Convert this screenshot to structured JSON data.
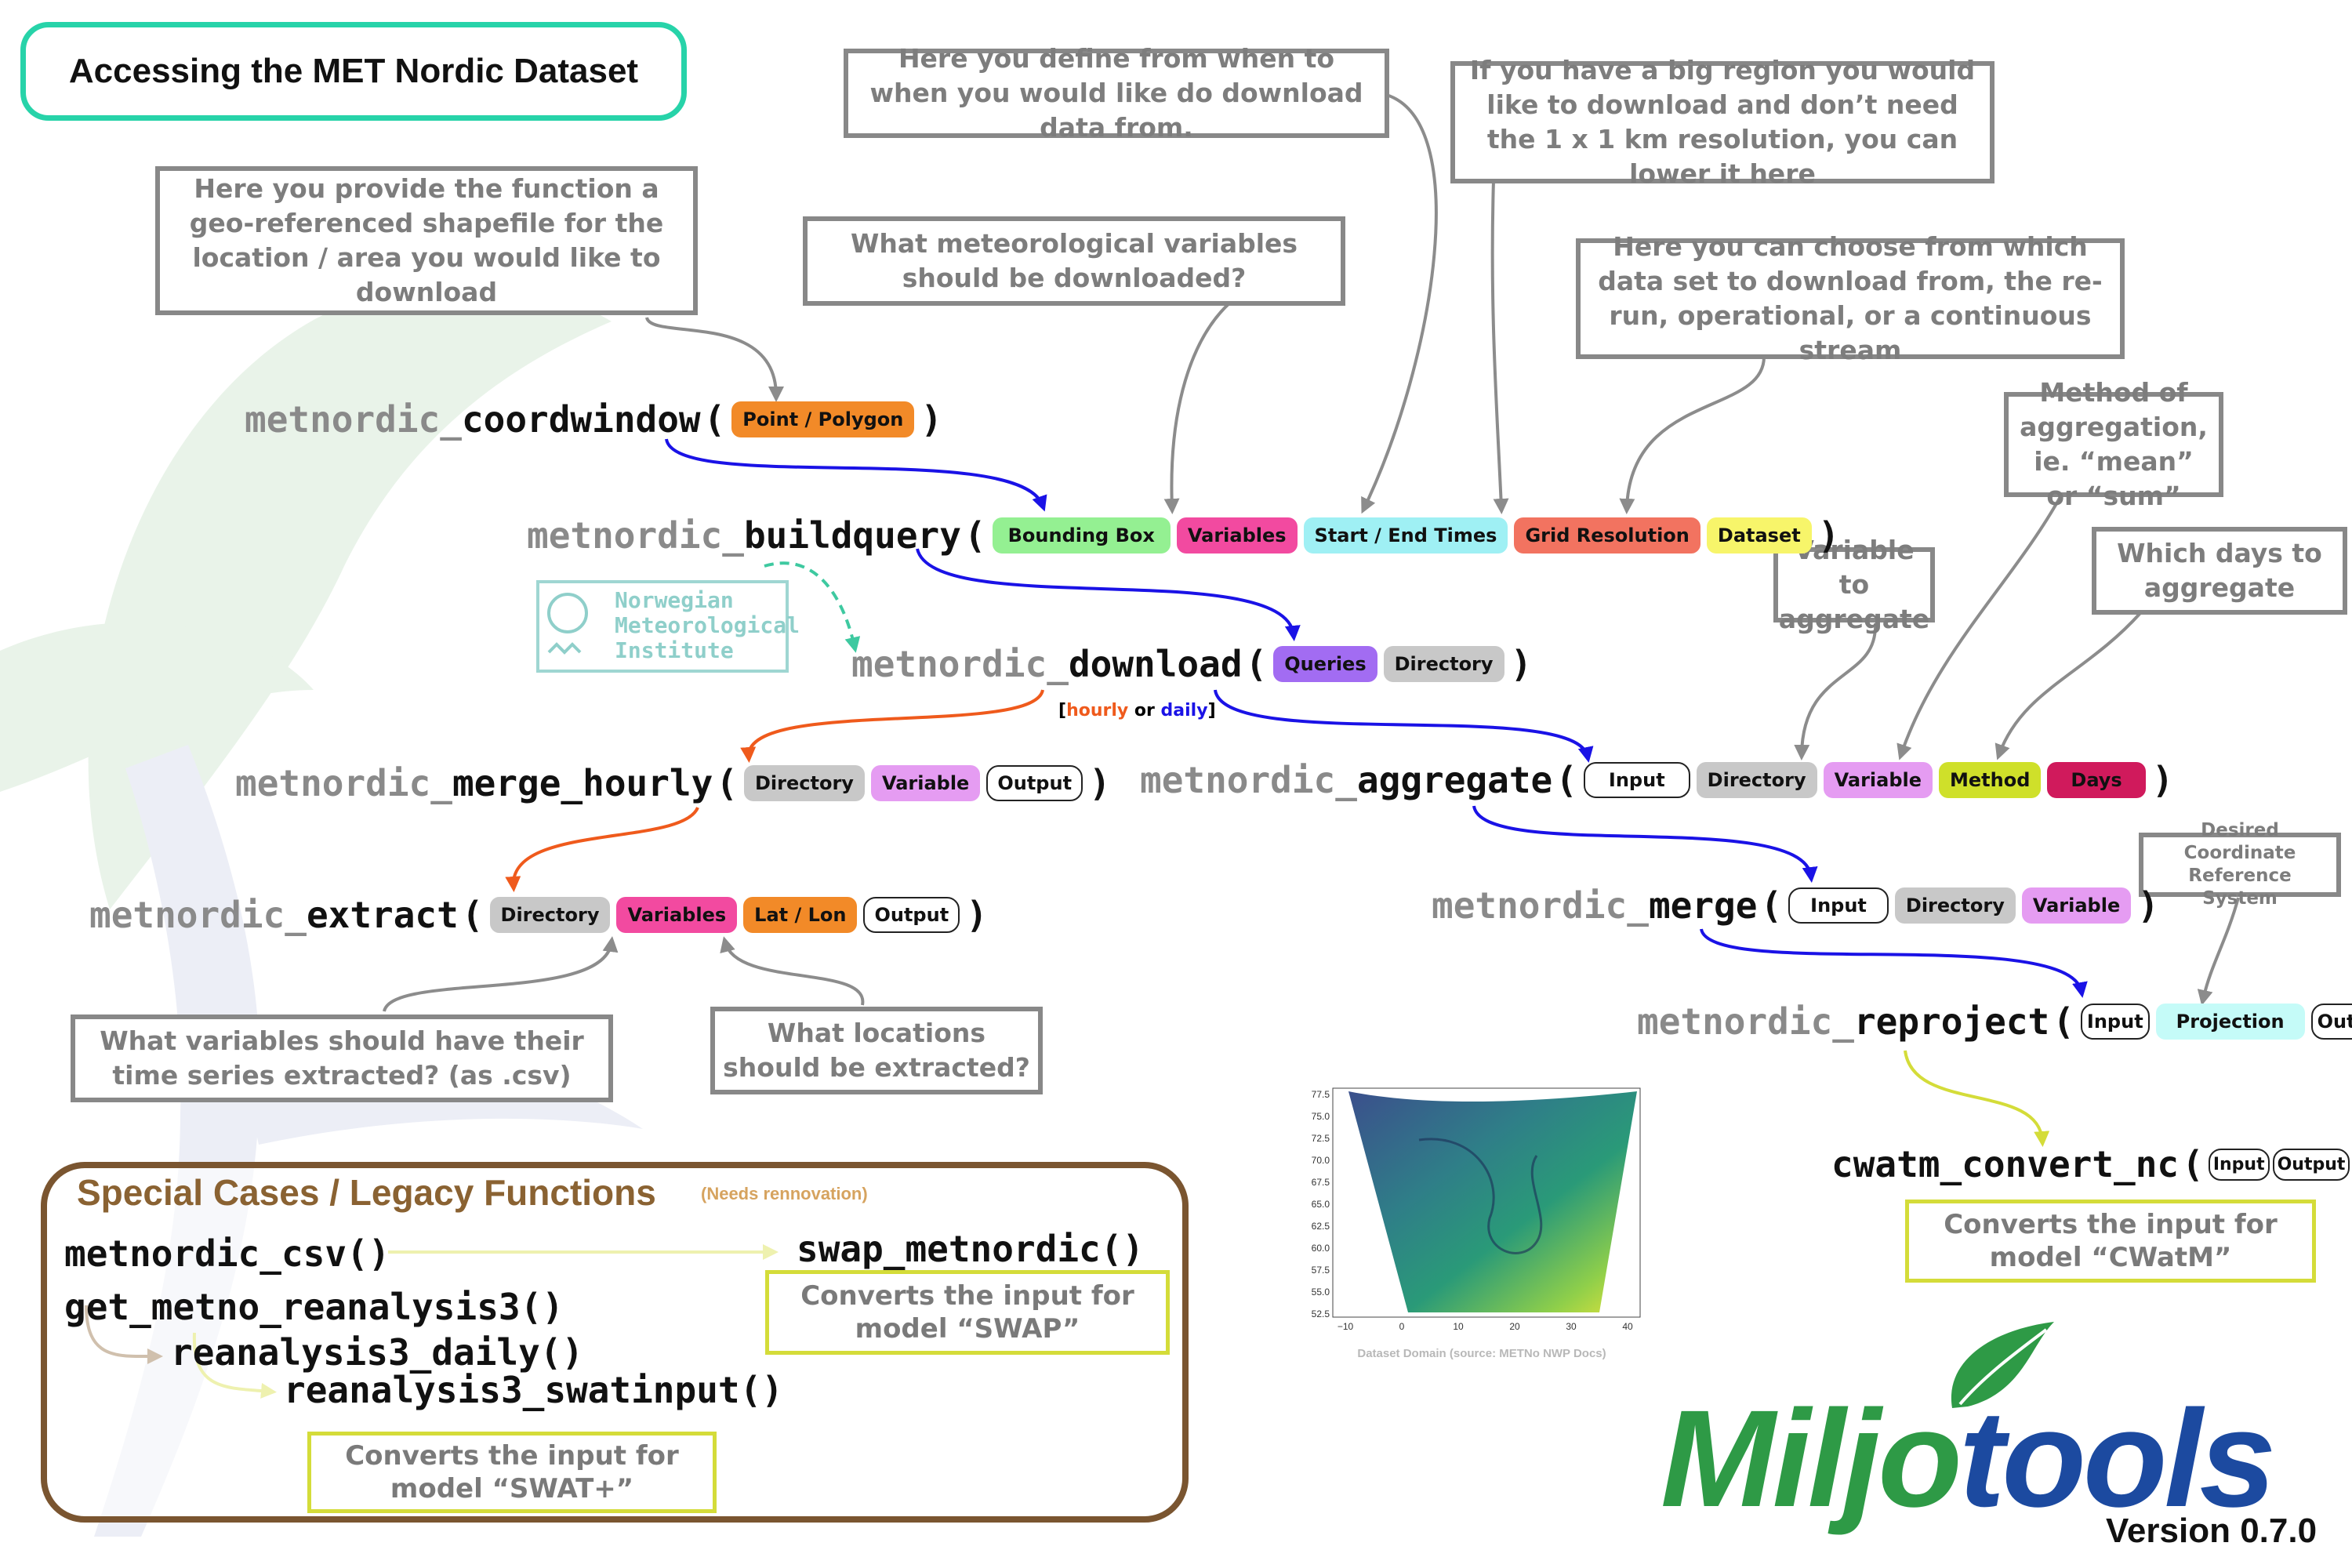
{
  "title": "Accessing the MET Nordic Dataset",
  "notes": {
    "shapefile": "Here you provide the function a geo-referenced shapefile for the location / area you would like to download",
    "time": "Here you define from when to when you would like do download data from.",
    "resolution": "If you have a big region you would like to download and don’t need the 1 x 1 km resolution, you can lower it here",
    "variables": "What meteorological variables should be downloaded?",
    "dataset": "Here you can choose from which data set to download from, the re-run, operational, or a continuous stream",
    "method": "Method of aggregation, ie. “mean” or “sum”",
    "agg_variable": "Variable to aggregate",
    "days": "Which days to aggregate",
    "crs": "Desired Coordinate Reference System",
    "extract_vars": "What variables should have their time series extracted? (as .csv)",
    "locations": "What locations should be extracted?"
  },
  "functions": {
    "coordwindow": {
      "prefix": "metnordic_",
      "name": "coordwindow",
      "args": [
        "Point / Polygon"
      ]
    },
    "buildquery": {
      "prefix": "metnordic_",
      "name": "buildquery",
      "args": [
        "Bounding Box",
        "Variables",
        "Start / End Times",
        "Grid Resolution",
        "Dataset"
      ]
    },
    "download": {
      "prefix": "metnordic_",
      "name": "download",
      "args": [
        "Queries",
        "Directory"
      ]
    },
    "merge_hourly": {
      "prefix": "metnordic_",
      "name": "merge_hourly",
      "args": [
        "Directory",
        "Variable",
        "Output"
      ]
    },
    "aggregate": {
      "prefix": "metnordic_",
      "name": "aggregate",
      "args": [
        "Input",
        "Directory",
        "Variable",
        "Method",
        "Days"
      ]
    },
    "extract": {
      "prefix": "metnordic_",
      "name": "extract",
      "args": [
        "Directory",
        "Variables",
        "Lat / Lon",
        "Output"
      ]
    },
    "merge": {
      "prefix": "metnordic_",
      "name": "merge",
      "args": [
        "Input",
        "Directory",
        "Variable"
      ]
    },
    "reproject": {
      "prefix": "metnordic_",
      "name": "reproject",
      "args": [
        "Input",
        "Projection",
        "Output"
      ]
    },
    "cwatm": {
      "prefix": "",
      "name": "cwatm_convert_nc",
      "args": [
        "Input",
        "Output"
      ]
    }
  },
  "download_freq": {
    "hourly": "hourly",
    "or": "or",
    "daily": "daily"
  },
  "cwatm_note": "Converts the input for model “CWatM”",
  "met_logo": {
    "line1": "Norwegian",
    "line2": "Meteorological",
    "line3": "Institute"
  },
  "map": {
    "caption": "Dataset Domain (source: METNo NWP Docs)",
    "yticks": [
      "77.5",
      "75.0",
      "72.5",
      "70.0",
      "67.5",
      "65.0",
      "62.5",
      "60.0",
      "57.5",
      "55.0",
      "52.5"
    ],
    "xticks": [
      "−10",
      "0",
      "10",
      "20",
      "30",
      "40"
    ]
  },
  "legacy": {
    "title": "Special Cases / Legacy Functions",
    "note": "(Needs rennovation)",
    "csv": "metnordic_csv()",
    "swap_fn": "swap_metnordic()",
    "swap_note": "Converts the input for model “SWAP”",
    "reanalysis": "get_metno_reanalysis3()",
    "daily": "reanalysis3_daily()",
    "swatinput": "reanalysis3_swatinput()",
    "swat_note": "Converts the input for model “SWAT+”"
  },
  "brand": {
    "part1": "Miljo",
    "part2": "tools",
    "version": "Version 0.7.0"
  },
  "colors": {
    "title_border": "#27d3a9",
    "legacy_border": "#7a5530",
    "flow_arrow": "#1a12e6",
    "hourly_arrow": "#ef5a1c",
    "yellow_arrow": "#d4dc39",
    "note_arrow": "#8c8c8c",
    "hourly_text": "#ef5a1c",
    "daily_text": "#1a12e6"
  }
}
